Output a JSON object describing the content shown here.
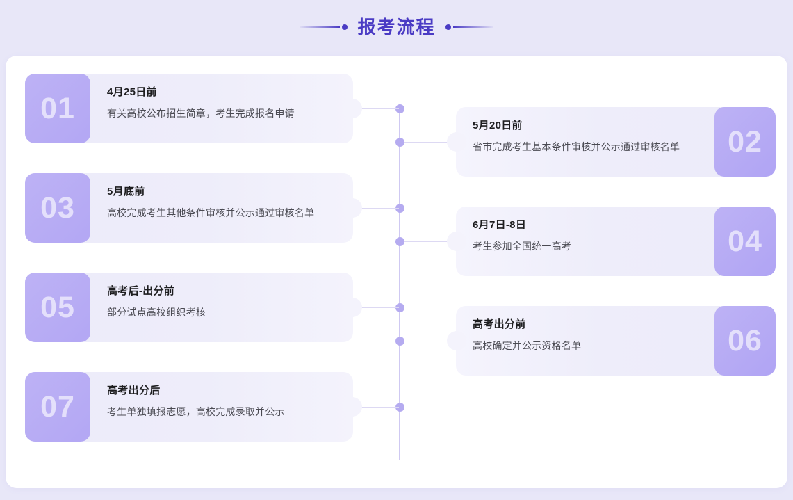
{
  "header": {
    "title": "报考流程",
    "left_decoration": "line-dot-decoration",
    "right_decoration": "dot-line-decoration"
  },
  "colors": {
    "page_background": "#e8e7f8",
    "panel_background": "#ffffff",
    "accent": "#4a3bc4",
    "badge_purple": "#b5abf0",
    "card_background": "#eeedfa",
    "spine": "#cfc9f2",
    "node": "#b5abf0",
    "title_text": "#1d1d1f",
    "desc_text": "#4a4a52"
  },
  "timeline": {
    "steps": [
      {
        "number": "01",
        "side": "left",
        "title": "4月25日前",
        "desc": "有关高校公布招生简章，考生完成报名申请"
      },
      {
        "number": "02",
        "side": "right",
        "title": "5月20日前",
        "desc": "省市完成考生基本条件审核并公示通过审核名单"
      },
      {
        "number": "03",
        "side": "left",
        "title": "5月底前",
        "desc": "高校完成考生其他条件审核并公示通过审核名单"
      },
      {
        "number": "04",
        "side": "right",
        "title": "6月7日-8日",
        "desc": "考生参加全国统一高考"
      },
      {
        "number": "05",
        "side": "left",
        "title": "高考后-出分前",
        "desc": "部分试点高校组织考核"
      },
      {
        "number": "06",
        "side": "right",
        "title": "高考出分前",
        "desc": "高校确定并公示资格名单"
      },
      {
        "number": "07",
        "side": "left",
        "title": "高考出分后",
        "desc": "考生单独填报志愿，高校完成录取并公示"
      }
    ]
  }
}
